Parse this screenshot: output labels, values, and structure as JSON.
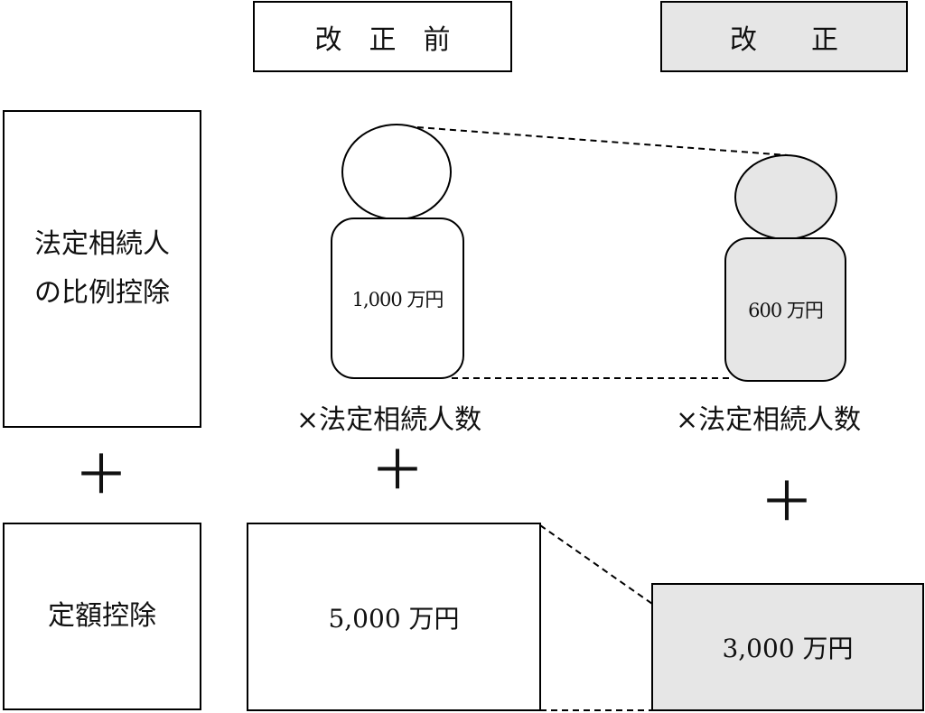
{
  "headers": {
    "before": "改　正　前",
    "after": "改　　正"
  },
  "left_labels": {
    "proportional_line1": "法定相続人",
    "proportional_line2": "の比例控除",
    "fixed": "定額控除"
  },
  "before": {
    "per_heir_amount": "1,000 万円",
    "fixed_amount": "5,000 万円"
  },
  "after": {
    "per_heir_amount": "600 万円",
    "fixed_amount": "3,000 万円"
  },
  "multiplier_label": "×法定相続人数",
  "plus_symbol": "＋",
  "colors": {
    "gray_fill": "#e6e6e6",
    "line": "#000000"
  }
}
